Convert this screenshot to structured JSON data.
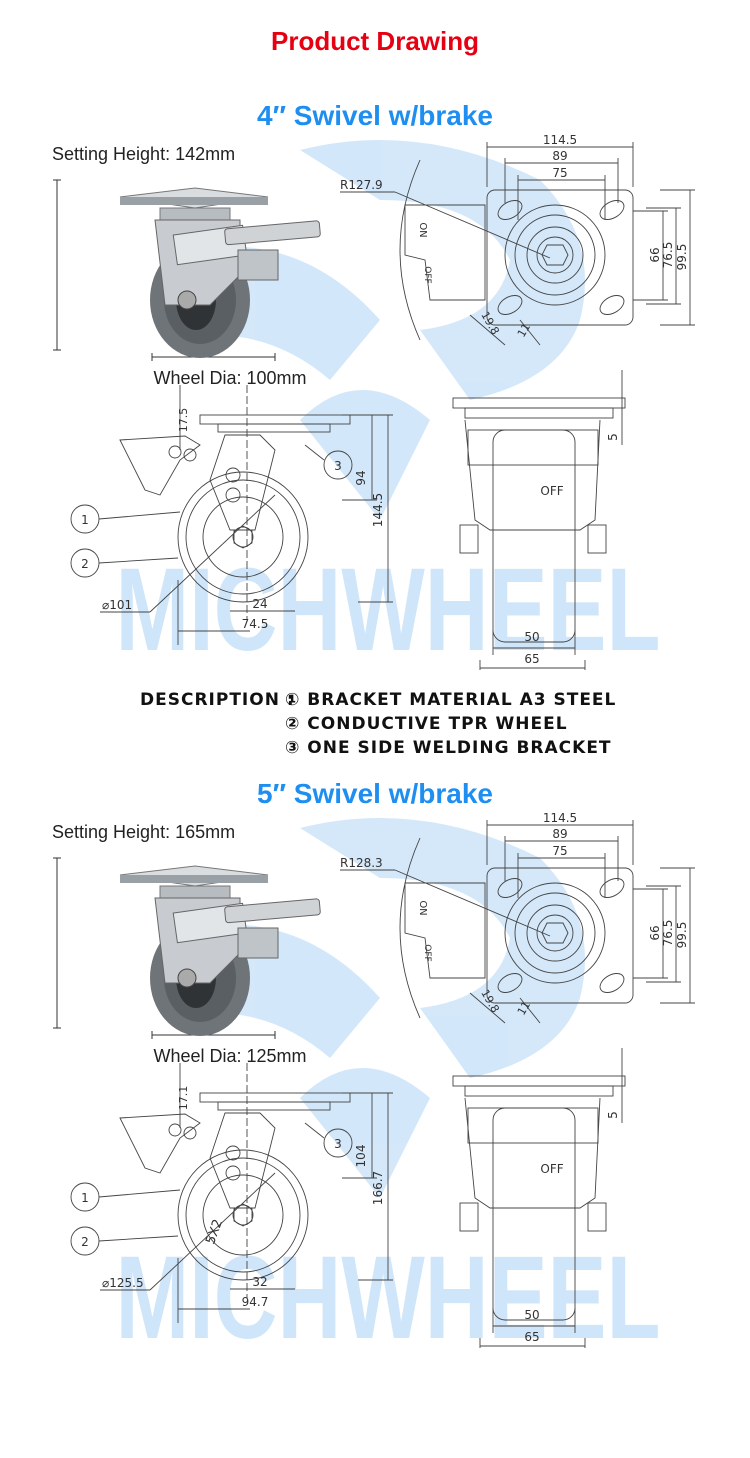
{
  "title": "Product Drawing",
  "watermark": "MICHWHEEL",
  "colors": {
    "title": "#e60012",
    "heading": "#1e8ff0",
    "watermark": "#cfe5fa"
  },
  "sections": [
    {
      "heading": "4″ Swivel w/brake",
      "setting_label": "Setting Height:",
      "setting_value": "142mm",
      "wheel_label": "Wheel Dia:",
      "wheel_value": "100mm",
      "top_view": {
        "radius": "R127.9",
        "width_outer": "114.5",
        "width_mid": "89",
        "width_inner": "75",
        "height_inner": "66",
        "height_mid": "76.5",
        "height_outer": "99.5",
        "slot_a": "19.8",
        "slot_b": "11",
        "brake_on": "ON",
        "brake_off": "OFF"
      },
      "side_view": {
        "offset_top": "17.5",
        "axle_height": "94",
        "total_height": "144.5",
        "diameter": "⌀101",
        "axle_offset": "24",
        "swivel_radius": "74.5",
        "callouts": [
          "1",
          "2",
          "3"
        ],
        "tread_mark": ""
      },
      "front_view": {
        "wheel_width": "50",
        "bracket_width": "65",
        "plate_thickness": "5",
        "brake_label": "OFF"
      }
    },
    {
      "heading": "5″ Swivel w/brake",
      "setting_label": "Setting Height:",
      "setting_value": "165mm",
      "wheel_label": "Wheel Dia:",
      "wheel_value": "125mm",
      "top_view": {
        "radius": "R128.3",
        "width_outer": "114.5",
        "width_mid": "89",
        "width_inner": "75",
        "height_inner": "66",
        "height_mid": "76.5",
        "height_outer": "99.5",
        "slot_a": "19.8",
        "slot_b": "11",
        "brake_on": "ON",
        "brake_off": "OFF"
      },
      "side_view": {
        "offset_top": "17.1",
        "axle_height": "104",
        "total_height": "166.7",
        "diameter": "⌀125.5",
        "axle_offset": "32",
        "swivel_radius": "94.7",
        "callouts": [
          "1",
          "2",
          "3"
        ],
        "tread_mark": "5X2"
      },
      "front_view": {
        "wheel_width": "50",
        "bracket_width": "65",
        "plate_thickness": "5",
        "brake_label": "OFF"
      }
    }
  ],
  "description": {
    "label": "DESCRIPTION :",
    "items": [
      "① BRACKET MATERIAL A3 STEEL",
      "② CONDUCTIVE TPR WHEEL",
      "③ ONE SIDE WELDING BRACKET"
    ]
  }
}
